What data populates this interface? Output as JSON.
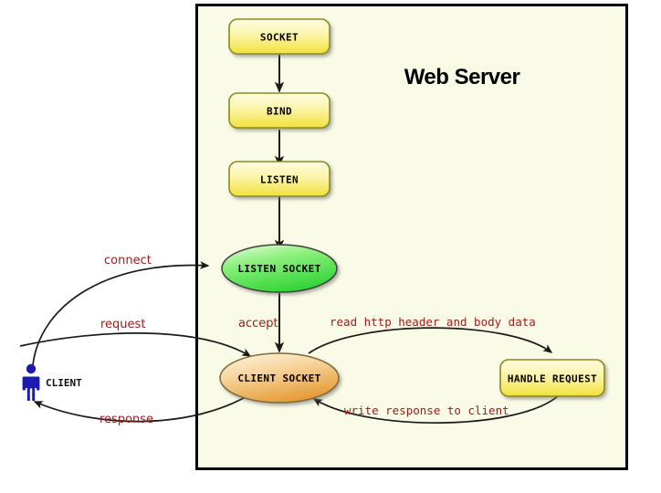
{
  "panel": {
    "title": "Web Server",
    "background_color": "#fafbe6",
    "border_color": "#000000"
  },
  "actor": {
    "label": "CLIENT",
    "icon": "person-icon",
    "color": "#1b1bb0"
  },
  "nodes": [
    {
      "id": "socket",
      "label": "SOCKET",
      "shape": "rounded-rect",
      "fill_top": "#fdfbd0",
      "fill_bottom": "#f2e03a",
      "stroke": "#8a8a20"
    },
    {
      "id": "bind",
      "label": "BIND",
      "shape": "rounded-rect",
      "fill_top": "#fdfbd0",
      "fill_bottom": "#f2e03a",
      "stroke": "#8a8a20"
    },
    {
      "id": "listen",
      "label": "LISTEN",
      "shape": "rounded-rect",
      "fill_top": "#fdfbd0",
      "fill_bottom": "#f2e03a",
      "stroke": "#8a8a20"
    },
    {
      "id": "listen-socket",
      "label": "LISTEN SOCKET",
      "shape": "ellipse",
      "fill_top": "#c9f5ba",
      "fill_bottom": "#32d638",
      "stroke": "#3a3a3a"
    },
    {
      "id": "client-socket",
      "label": "CLIENT SOCKET",
      "shape": "ellipse",
      "fill_top": "#fbe8c4",
      "fill_bottom": "#e8a13c",
      "stroke": "#7a6a3a"
    },
    {
      "id": "handle-request",
      "label": "HANDLE REQUEST",
      "shape": "rounded-rect",
      "fill_top": "#fdfbd0",
      "fill_bottom": "#f2e03a",
      "stroke": "#8a8a20"
    }
  ],
  "edges": [
    {
      "id": "socket-bind",
      "label": "",
      "from": "socket",
      "to": "bind"
    },
    {
      "id": "bind-listen",
      "label": "",
      "from": "bind",
      "to": "listen"
    },
    {
      "id": "listen-listensocket",
      "label": "",
      "from": "listen",
      "to": "listen-socket"
    },
    {
      "id": "connect",
      "label": "connect",
      "from": "client",
      "to": "listen-socket"
    },
    {
      "id": "accept",
      "label": "accept",
      "from": "listen-socket",
      "to": "client-socket"
    },
    {
      "id": "request",
      "label": "request",
      "from": "client",
      "to": "client-socket"
    },
    {
      "id": "response",
      "label": "response",
      "from": "client-socket",
      "to": "client"
    },
    {
      "id": "read-http",
      "label": "read http header and body data",
      "from": "client-socket",
      "to": "handle-request"
    },
    {
      "id": "write-response",
      "label": "write response to client",
      "from": "handle-request",
      "to": "client-socket"
    }
  ]
}
